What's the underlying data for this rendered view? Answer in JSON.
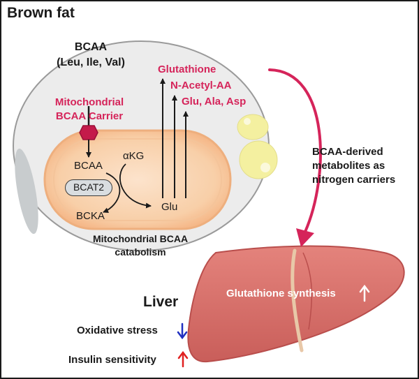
{
  "title": "Brown fat",
  "cell": {
    "bcaa_heading": "BCAA",
    "bcaa_types": "(Leu, Ile, Val)",
    "carrier_line1": "Mitochondrial",
    "carrier_line2": "BCAA Carrier",
    "outputs": [
      "Glutathione",
      "N-Acetyl-AA",
      "Glu, Ala, Asp"
    ]
  },
  "mitochondrion": {
    "bcaa": "BCAA",
    "akg": "αKG",
    "enzyme": "BCAT2",
    "bcka": "BCKA",
    "glu": "Glu",
    "caption_line1": "Mitochondrial BCAA",
    "caption_line2": "catabolism"
  },
  "transport_label": [
    "BCAA-derived",
    "metabolites as",
    "nitrogen carriers"
  ],
  "liver": {
    "title": "Liver",
    "effect": "Glutathione synthesis",
    "effects": [
      {
        "label": "Oxidative stress",
        "direction": "down",
        "color": "#2030c0"
      },
      {
        "label": "Insulin sensitivity",
        "direction": "up",
        "color": "#e02020"
      }
    ]
  },
  "colors": {
    "accent": "#d5245a",
    "mitochondria": "#f7c49a",
    "liver": "#d9706c",
    "lipid": "#f4f0a0",
    "nucleus": "#c8ccce"
  }
}
